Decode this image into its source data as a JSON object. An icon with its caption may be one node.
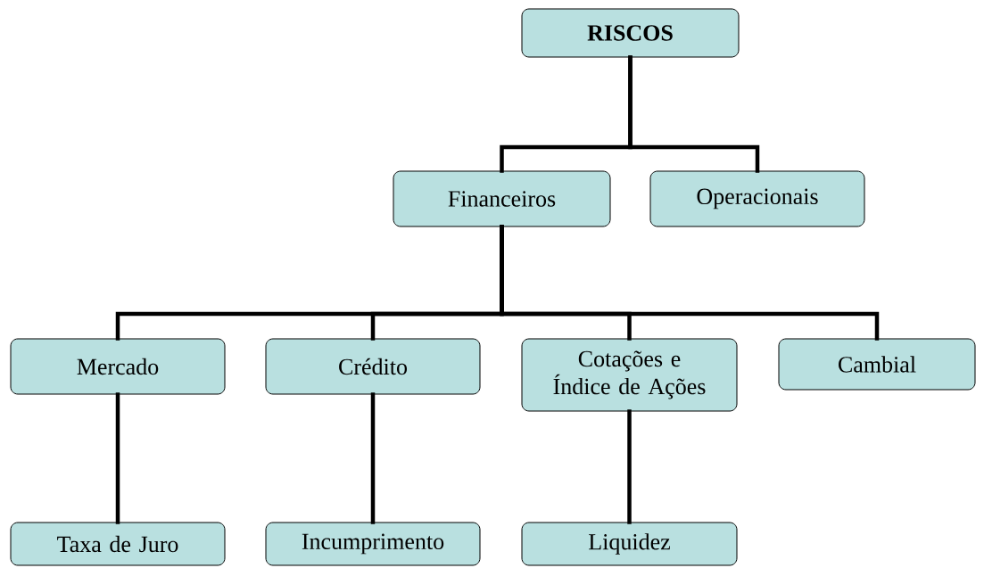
{
  "diagram": {
    "nodes": [
      {
        "text": [
          "RISCOS"
        ]
      },
      {
        "text": [
          "Financeiros"
        ]
      },
      {
        "text": [
          "Operacionais"
        ]
      },
      {
        "text": [
          "Mercado"
        ]
      },
      {
        "text": [
          "Crédito"
        ]
      },
      {
        "text": [
          "Cotações e Índice de Ações"
        ]
      },
      {
        "text": [
          "Cambial"
        ]
      },
      {
        "text": [
          "Taxa de Juro"
        ]
      },
      {
        "text": [
          "Incumprimento"
        ]
      },
      {
        "text": [
          "Liquidez"
        ]
      }
    ],
    "edges": [
      {
        "from": 0,
        "to": 1,
        "arrow": "none"
      },
      {
        "from": 0,
        "to": 2,
        "arrow": "none"
      },
      {
        "from": 1,
        "to": 3,
        "arrow": "none"
      },
      {
        "from": 1,
        "to": 4,
        "arrow": "none"
      },
      {
        "from": 1,
        "to": 5,
        "arrow": "none"
      },
      {
        "from": 1,
        "to": 6,
        "arrow": "none"
      },
      {
        "from": 3,
        "to": 7,
        "arrow": "none"
      },
      {
        "from": 4,
        "to": 8,
        "arrow": "none"
      },
      {
        "from": 5,
        "to": 9,
        "arrow": "none"
      }
    ]
  }
}
